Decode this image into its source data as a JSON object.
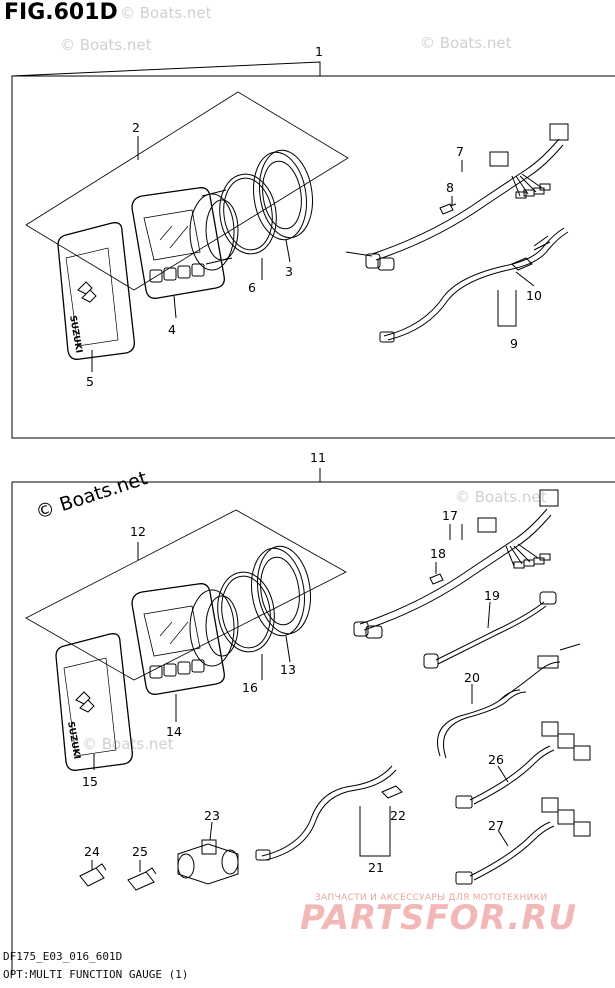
{
  "figure": {
    "title": "FIG.601D",
    "code": "DF175_E03_016_601D",
    "caption": "OPT:MULTI FUNCTION GAUGE (1)"
  },
  "watermarks": {
    "small": "© Boats.net",
    "large": "© Boats.net"
  },
  "brand": {
    "tagline": "ЗАПЧАСТИ И АКСЕССУАРЫ ДЛЯ МОТОТЕХНИКИ",
    "logo": "PARTSFOR.RU"
  },
  "gauge_logo": "SUZUKI",
  "callouts": [
    "1",
    "2",
    "3",
    "4",
    "5",
    "6",
    "7",
    "8",
    "9",
    "10",
    "11",
    "12",
    "13",
    "14",
    "15",
    "16",
    "17",
    "18",
    "19",
    "20",
    "21",
    "22",
    "23",
    "24",
    "25",
    "26",
    "27"
  ]
}
